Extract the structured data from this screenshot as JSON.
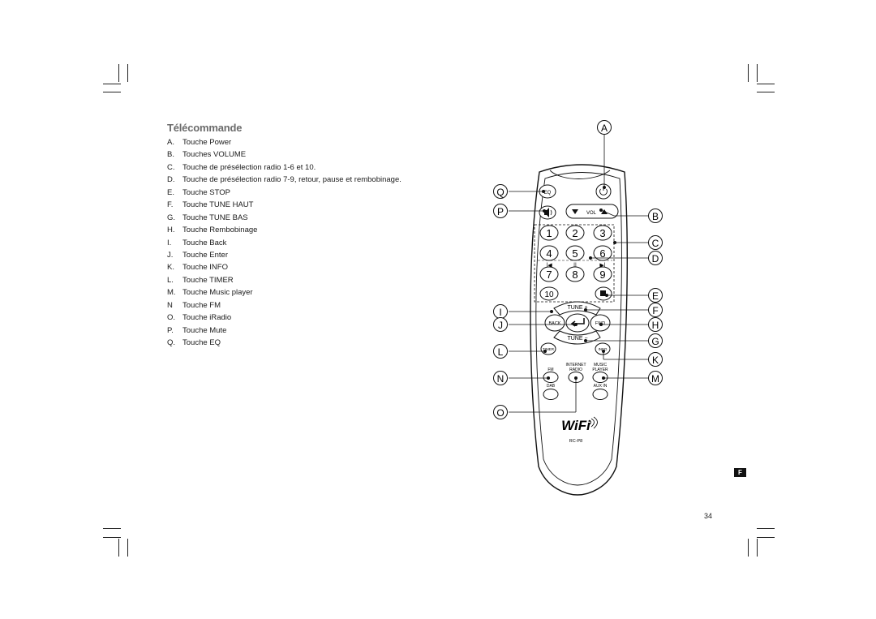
{
  "page": {
    "title": "Télécommande",
    "page_number": "34",
    "language_badge": "F"
  },
  "items": [
    {
      "letter": "A.",
      "label": "Touche Power"
    },
    {
      "letter": "B.",
      "label": "Touches VOLUME"
    },
    {
      "letter": "C.",
      "label": "Touche de présélection radio 1-6 et 10."
    },
    {
      "letter": "D.",
      "label": "Touche de présélection radio 7-9, retour, pause et rembobinage."
    },
    {
      "letter": "E.",
      "label": "Touche STOP"
    },
    {
      "letter": "F.",
      "label": "Touche TUNE HAUT"
    },
    {
      "letter": "G.",
      "label": "Touche TUNE BAS"
    },
    {
      "letter": "H.",
      "label": "Touche Rembobinage"
    },
    {
      "letter": "I.",
      "label": "Touche Back"
    },
    {
      "letter": "J.",
      "label": "Touche Enter"
    },
    {
      "letter": "K.",
      "label": "Touche INFO"
    },
    {
      "letter": "L.",
      "label": "Touche TIMER"
    },
    {
      "letter": "M.",
      "label": "Touche Music player"
    },
    {
      "letter": "N",
      "label": "Touche FM"
    },
    {
      "letter": "O.",
      "label": "Touche iRadio"
    },
    {
      "letter": "P.",
      "label": "Touche Mute"
    },
    {
      "letter": "Q.",
      "label": "Touche EQ"
    }
  ],
  "callouts": {
    "a": "A",
    "b": "B",
    "c": "C",
    "d": "D",
    "e": "E",
    "f": "F",
    "g": "G",
    "h": "H",
    "i": "I",
    "j": "J",
    "k": "K",
    "l": "L",
    "m": "M",
    "n": "N",
    "o": "O",
    "p": "P",
    "q": "Q"
  },
  "remote": {
    "eq": "EQ",
    "vol": "VOL",
    "keys": {
      "k1": "1",
      "k2": "2",
      "k3": "3",
      "k4": "4",
      "k5": "5",
      "k6": "6",
      "k7": "7",
      "k8": "8",
      "k9": "9",
      "k10": "10"
    },
    "tune_plus": "TUNE +",
    "tune_minus": "TUNE −",
    "back": "BACK",
    "fwd": "FWD",
    "timer": "TIMER",
    "info": "INFO",
    "internet_radio": [
      "INTERNET",
      "RADIO"
    ],
    "music_player": [
      "MUSIC",
      "PLAYER"
    ],
    "fm": "FM",
    "dab": "DAB",
    "aux_in": "AUX IN",
    "brand": "WiFi",
    "model": "RC-P8"
  },
  "icons": {
    "power": "power-icon",
    "mute": "mute-icon",
    "vol_down": "triangle-down-icon",
    "vol_up": "triangle-up-icon",
    "stop": "stop-square-icon",
    "enter": "enter-arrow-icon",
    "wifi": "wifi-waves-icon"
  }
}
